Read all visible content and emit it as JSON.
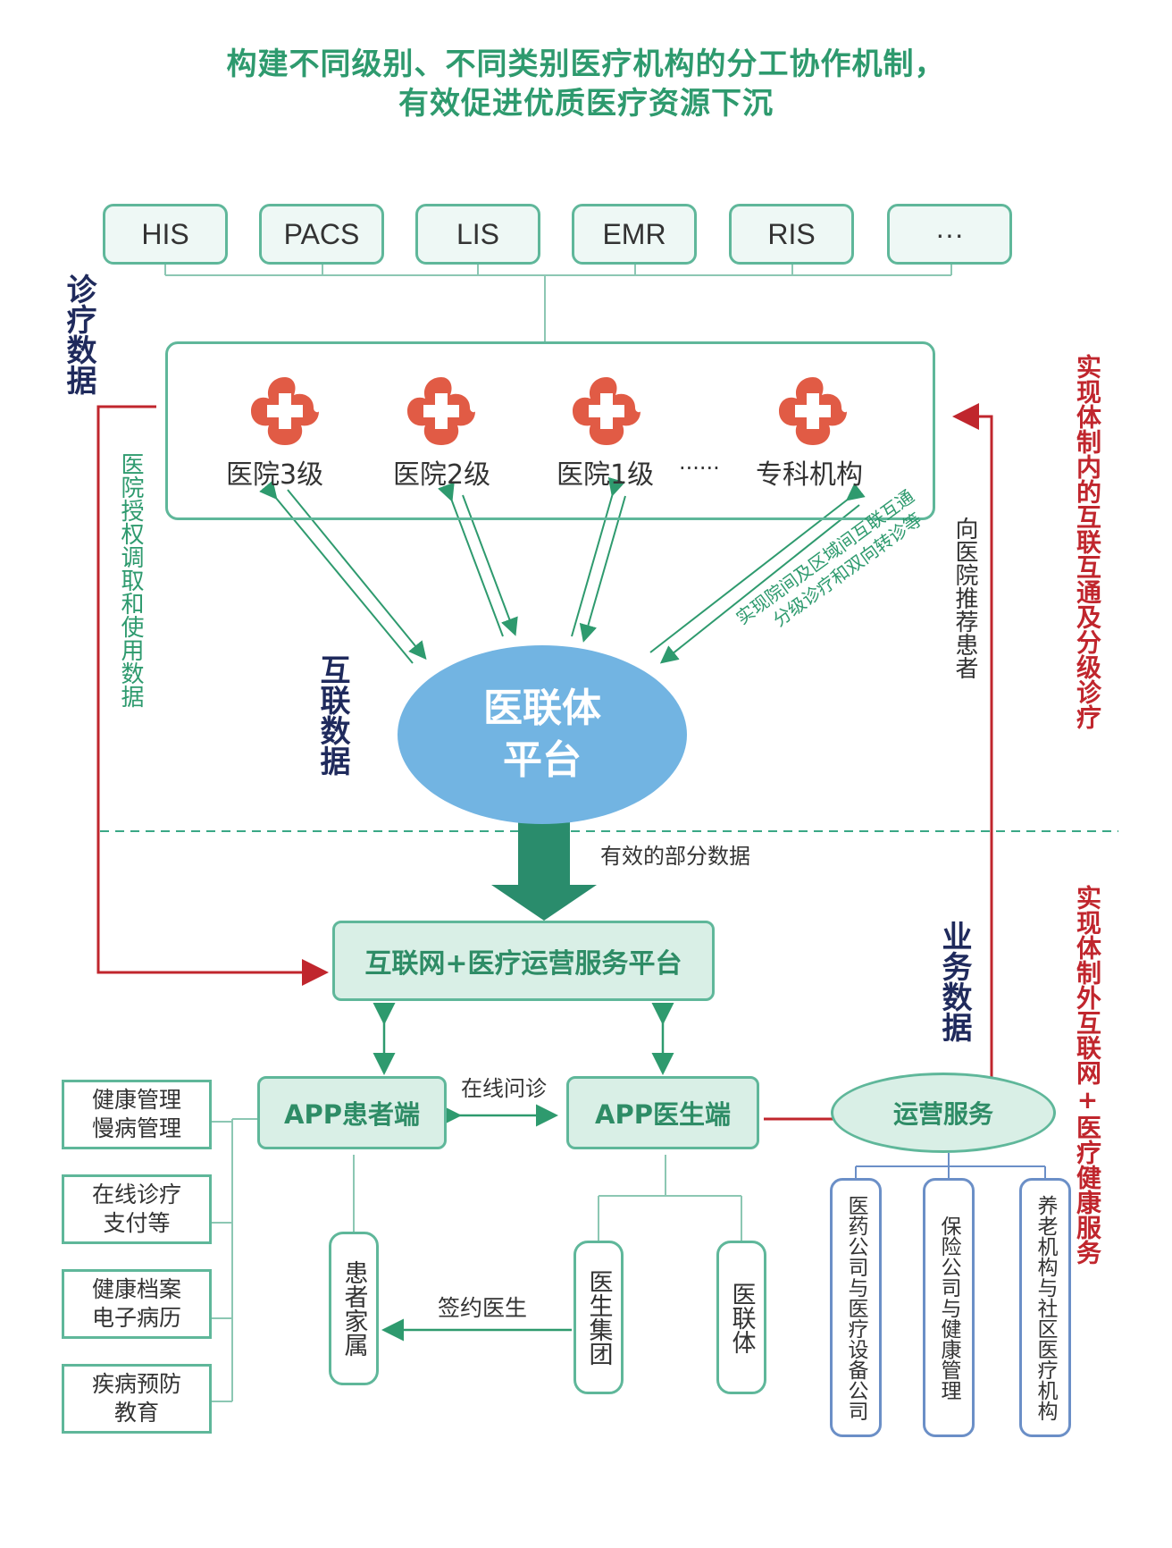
{
  "title": {
    "line1": "构建不同级别、不同类别医疗机构的分工协作机制，",
    "line2": "有效促进优质医疗资源下沉"
  },
  "systems": [
    "HIS",
    "PACS",
    "LIS",
    "EMR",
    "RIS",
    "···"
  ],
  "left_side": {
    "diag_data": "诊疗数据",
    "hospital_auth": "医院授权调取和使用数据"
  },
  "hospitals": {
    "items": [
      "医院3级",
      "医院2级",
      "医院1级",
      "专科机构"
    ],
    "ellipsis": "······"
  },
  "interconnect_label": "互联数据",
  "diag_annotation": {
    "line1": "实现院间及区域间互联互通",
    "line2": "分级诊疗和双向转诊等"
  },
  "platform": {
    "line1": "医联体",
    "line2": "平台"
  },
  "recommend_label": "向医院推荐患者",
  "right_side": {
    "top": "实现体制内的互联互通及分级诊疗",
    "bottom": "实现体制外互联网+医疗健康服务"
  },
  "partial_data": "有效的部分数据",
  "service_platform": "互联网+医疗运营服务平台",
  "business_data": "业务数据",
  "app_patient": "APP患者端",
  "app_doctor": "APP医生端",
  "online_consult": "在线问诊",
  "operation_service": "运营服务",
  "left_boxes": [
    {
      "line1": "健康管理",
      "line2": "慢病管理"
    },
    {
      "line1": "在线诊疗",
      "line2": "支付等"
    },
    {
      "line1": "健康档案",
      "line2": "电子病历"
    },
    {
      "line1": "疾病预防",
      "line2": "教育"
    }
  ],
  "patient_family": "患者家属",
  "sign_doctor": "签约医生",
  "doctor_group": "医生集团",
  "medical_alliance": "医联体",
  "service_boxes": [
    "医药公司与医疗设备公司",
    "保险公司与健康管理",
    "养老机构与社区医疗机构"
  ],
  "colors": {
    "green": "#2e9a6e",
    "border": "#5fb79a",
    "red": "#c0262d",
    "blue": "#72b4e2",
    "navy": "#1f2a5c",
    "cross": "#e15b45"
  }
}
